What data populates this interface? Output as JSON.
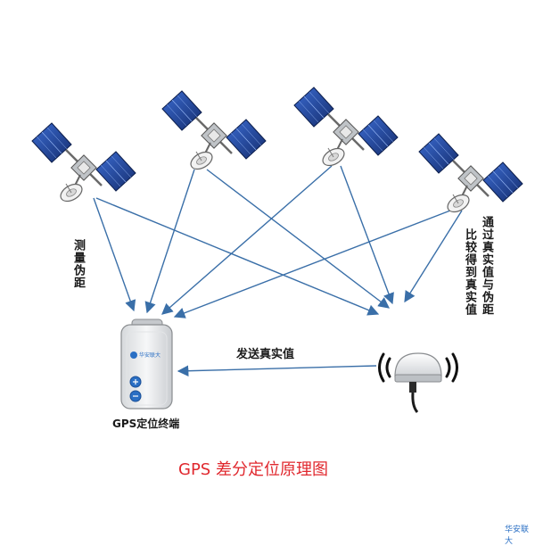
{
  "labels": {
    "measure_pseudorange": "测量伪距",
    "compare_values_col1": "通过真实值与伪距",
    "compare_values_col2": "比较得到真实值",
    "send_true_value": "发送真实值",
    "terminal": "GPS定位终端",
    "terminal_brand": "华安联大",
    "title": "GPS  差分定位原理图",
    "watermark": "华安联大"
  },
  "colors": {
    "arrow": "#3a6fa8",
    "title": "#e0282e",
    "panel": "#2250a8",
    "brand": "#2a6fc4"
  },
  "icons": {
    "satellite": "satellite-icon",
    "terminal": "gps-terminal-device",
    "base_station": "reference-station-antenna"
  }
}
